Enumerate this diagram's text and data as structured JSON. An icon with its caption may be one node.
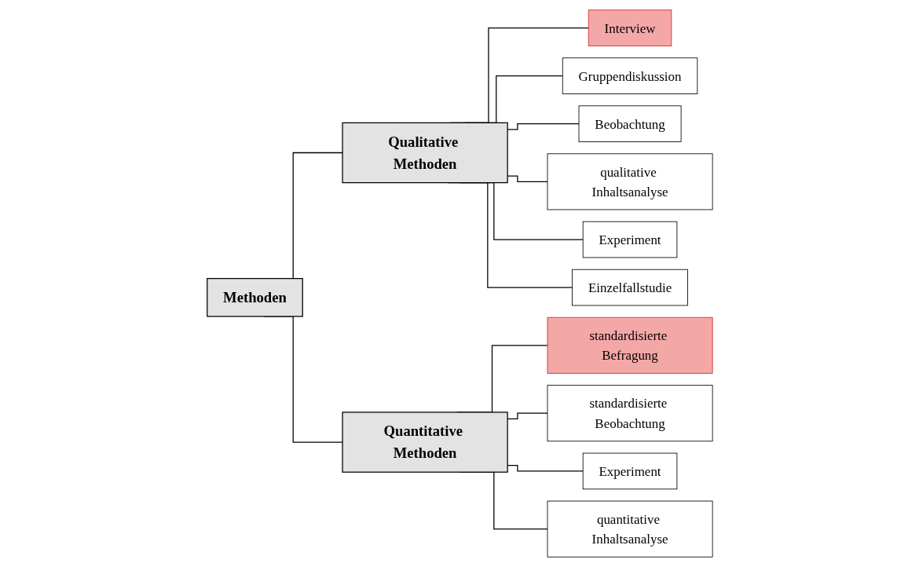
{
  "diagram": {
    "nodes": [
      {
        "text": [
          "Methoden"
        ]
      },
      {
        "text": [
          "Qualitative Methoden"
        ]
      },
      {
        "text": [
          "Interview"
        ]
      },
      {
        "text": [
          "Gruppendiskussion"
        ]
      },
      {
        "text": [
          "Beobachtung"
        ]
      },
      {
        "text": [
          "qualitative Inhaltsanalyse"
        ]
      },
      {
        "text": [
          "Experiment"
        ]
      },
      {
        "text": [
          "Einzelfallstudie"
        ]
      },
      {
        "text": [
          "Quantitative Methoden"
        ]
      },
      {
        "text": [
          "standardisierte Befragung"
        ]
      },
      {
        "text": [
          "standardisierte Beobachtung"
        ]
      },
      {
        "text": [
          "Experiment"
        ]
      },
      {
        "text": [
          "quantitative Inhaltsanalyse"
        ]
      }
    ],
    "edges": [
      {
        "from": 0,
        "to": 1,
        "arrow": "none"
      },
      {
        "from": 0,
        "to": 8,
        "arrow": "none"
      },
      {
        "from": 1,
        "to": 2,
        "arrow": "none"
      },
      {
        "from": 1,
        "to": 3,
        "arrow": "none"
      },
      {
        "from": 1,
        "to": 4,
        "arrow": "none"
      },
      {
        "from": 1,
        "to": 5,
        "arrow": "none"
      },
      {
        "from": 1,
        "to": 6,
        "arrow": "none"
      },
      {
        "from": 1,
        "to": 7,
        "arrow": "none"
      },
      {
        "from": 8,
        "to": 9,
        "arrow": "none"
      },
      {
        "from": 8,
        "to": 10,
        "arrow": "none"
      },
      {
        "from": 8,
        "to": 11,
        "arrow": "none"
      },
      {
        "from": 8,
        "to": 12,
        "arrow": "none"
      }
    ]
  }
}
